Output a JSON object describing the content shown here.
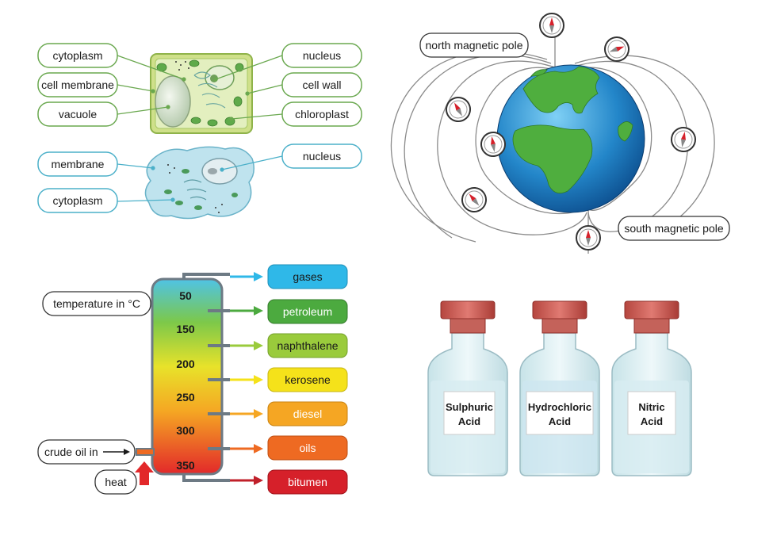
{
  "plant_cell": {
    "labels_left": [
      "cytoplasm",
      "cell membrane",
      "vacuole"
    ],
    "labels_right": [
      "nucleus",
      "cell wall",
      "chloroplast"
    ]
  },
  "animal_cell": {
    "labels_left": [
      "membrane",
      "cytoplasm"
    ],
    "labels_right": [
      "nucleus"
    ]
  },
  "magnetism": {
    "north_label": "north magnetic pole",
    "south_label": "south magnetic pole"
  },
  "distillation": {
    "temperature_label": "temperature in °C",
    "temperatures": [
      "50",
      "150",
      "200",
      "250",
      "300",
      "350"
    ],
    "input_label": "crude oil in",
    "heat_label": "heat",
    "products": [
      {
        "name": "gases",
        "color": "#2fb8e8"
      },
      {
        "name": "petroleum",
        "color": "#4caa3f"
      },
      {
        "name": "naphthalene",
        "color": "#9acb3c"
      },
      {
        "name": "kerosene",
        "color": "#f5e21a"
      },
      {
        "name": "diesel",
        "color": "#f5a623"
      },
      {
        "name": "oils",
        "color": "#ee6a22"
      },
      {
        "name": "bitumen",
        "color": "#d6202a"
      }
    ]
  },
  "acids": [
    {
      "line1": "Sulphuric",
      "line2": "Acid"
    },
    {
      "line1": "Hydrochloric",
      "line2": "Acid"
    },
    {
      "line1": "Nitric",
      "line2": "Acid"
    }
  ]
}
